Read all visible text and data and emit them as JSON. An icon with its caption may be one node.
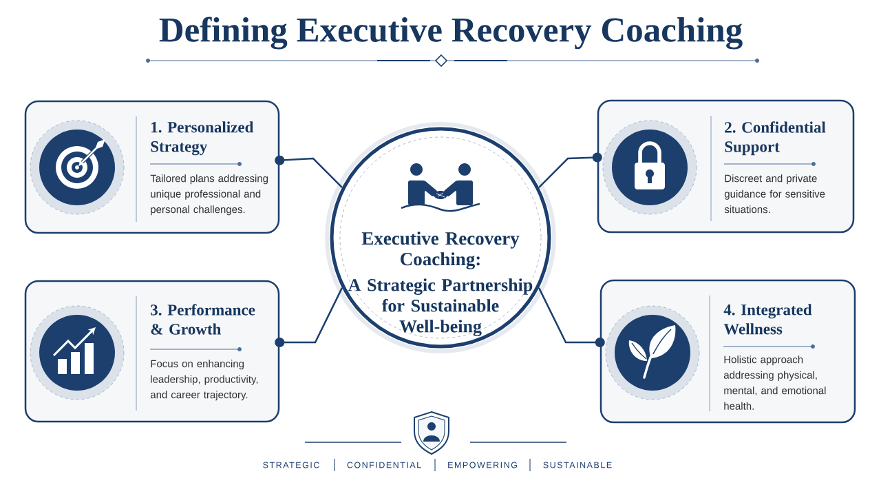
{
  "diagram": {
    "title": "Defining Executive Recovery Coaching",
    "nodes": [
      {
        "text": [
          "Executive Recovery Coaching:",
          "A Strategic Partnership for Sustainable Well-being"
        ]
      },
      {
        "text": [
          "1. Personalized Strategy",
          "Tailored plans addressing unique professional and personal challenges."
        ]
      },
      {
        "text": [
          "2. Confidential Support",
          "Discreet and private guidance for sensitive situations."
        ]
      },
      {
        "text": [
          "3. Performance & Growth",
          "Focus on enhancing leadership, productivity, and career trajectory."
        ]
      },
      {
        "text": [
          "4. Integrated Wellness",
          "Holistic approach addressing physical, mental, and emotional health."
        ]
      }
    ],
    "edges": [
      {
        "from": 1,
        "to": 0,
        "arrow": "other"
      },
      {
        "from": 2,
        "to": 0,
        "arrow": "other"
      },
      {
        "from": 3,
        "to": 0,
        "arrow": "other"
      },
      {
        "from": 4,
        "to": 0,
        "arrow": "other"
      }
    ],
    "labels": [
      "STRATEGIC",
      "CONFIDENTIAL",
      "EMPOWERING",
      "SUSTAINABLE"
    ]
  }
}
